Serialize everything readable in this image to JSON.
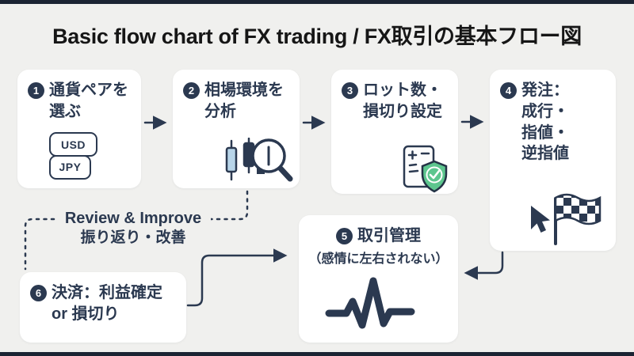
{
  "title": "Basic flow chart of FX trading / FX取引の基本フロー図",
  "colors": {
    "background": "#f0f0ee",
    "edge_bar": "#1b2433",
    "text_navy": "#2b3950",
    "title_text": "#161616",
    "box_background": "#ffffff",
    "shield_green": "#5dc68e",
    "candle_light_blue": "#b8d5e9"
  },
  "steps": [
    {
      "num": "1",
      "lines": [
        "通貨ペアを",
        "選ぶ"
      ],
      "icon": "currency-pair-icon",
      "pair": [
        "USD",
        "JPY"
      ]
    },
    {
      "num": "2",
      "lines": [
        "相場環境を",
        "分析"
      ],
      "icon": "candlestick-magnifier-icon"
    },
    {
      "num": "3",
      "lines": [
        "ロット数・",
        "損切り設定"
      ],
      "icon": "checklist-shield-icon"
    },
    {
      "num": "4",
      "lines": [
        "発注：",
        "成行・",
        "指値・",
        "逆指値"
      ],
      "icon": "cursor-flag-icon"
    },
    {
      "num": "5",
      "lines": [
        "取引管理",
        "（感情に左右されない）"
      ],
      "icon": "pulse-icon"
    },
    {
      "num": "6",
      "lines": [
        "決済：利益確定",
        "or 損切り"
      ]
    }
  ],
  "loop": {
    "label_en": "Review & Improve",
    "label_ja": "振り返り・改善"
  }
}
